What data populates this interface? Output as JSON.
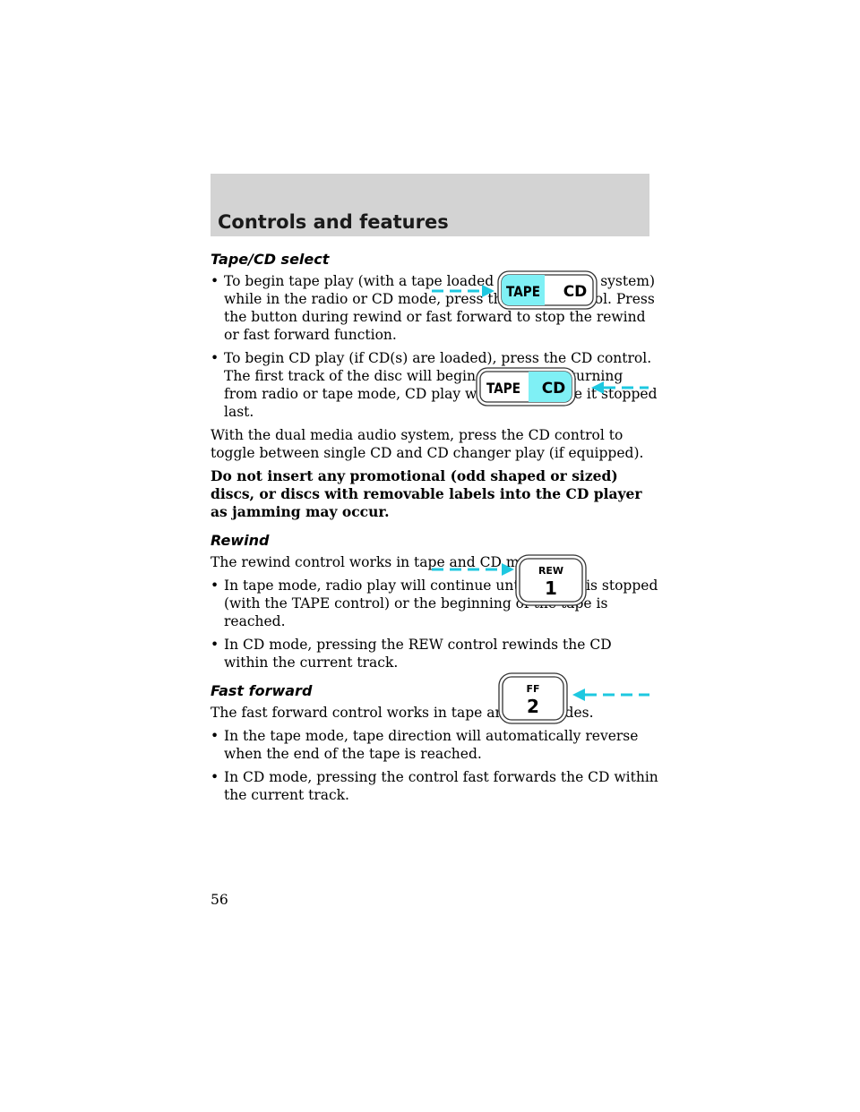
{
  "header": {
    "title": "Controls and features"
  },
  "sections": {
    "tape_cd": {
      "heading": "Tape/CD select",
      "bullet1": "To begin tape play (with a tape loaded into the audio system) while in the radio or CD mode, press the TAPE control. Press the button during rewind or fast forward to stop the rewind or fast forward function.",
      "bullet2": "To begin CD play (if CD(s) are loaded), press the CD control. The first track of the disc will begin playing. If returning from radio or tape mode, CD play will begin where it stopped last.",
      "para": "With the dual media audio system, press the CD control to toggle between single CD and CD changer play (if equipped).",
      "warning": "Do not insert any promotional (odd shaped or sized) discs, or discs with removable labels into the CD player as jamming may occur."
    },
    "rewind": {
      "heading": "Rewind",
      "intro": "The rewind control works in tape and CD modes.",
      "bullet1": "In tape mode, radio play will continue until rewind is stopped (with the TAPE control) or the beginning of the tape is reached.",
      "bullet2": "In CD mode, pressing the REW control rewinds the CD within the current track."
    },
    "ff": {
      "heading": "Fast forward",
      "intro": "The fast forward control works in tape and CD modes.",
      "bullet1": "In the tape mode, tape direction will automatically reverse when the end of the tape is reached.",
      "bullet2": "In CD mode, pressing the control fast forwards the CD within the current track."
    }
  },
  "figures": {
    "tape_label": "TAPE",
    "cd_label": "CD",
    "rew_label": "REW",
    "rew_num": "1",
    "ff_label": "FF",
    "ff_num": "2",
    "highlight_color": "#7ff0f5",
    "arrow_color": "#1ec8e0"
  },
  "bullet_char": "•",
  "page_number": "56"
}
